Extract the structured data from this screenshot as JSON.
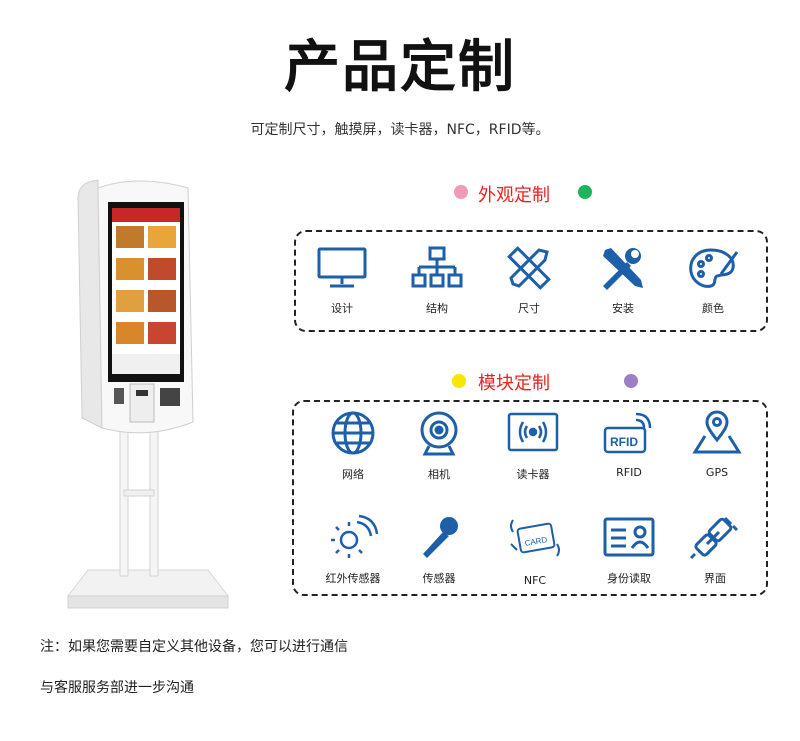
{
  "header": {
    "title": "产品定制",
    "subtitle": "可定制尺寸，触摸屏，读卡器，NFC，RFID等。"
  },
  "appearance": {
    "title": "外观定制",
    "dot_left_color": "#f09ab5",
    "dot_right_color": "#1fb35c",
    "items": [
      {
        "label": "设计",
        "icon": "monitor-icon"
      },
      {
        "label": "结构",
        "icon": "structure-icon"
      },
      {
        "label": "尺寸",
        "icon": "ruler-pencil-icon"
      },
      {
        "label": "安装",
        "icon": "tools-icon"
      },
      {
        "label": "颜色",
        "icon": "palette-icon"
      }
    ]
  },
  "modules": {
    "title": "模块定制",
    "dot_left_color": "#f7e600",
    "dot_right_color": "#9b80c8",
    "row1": [
      {
        "label": "网络",
        "icon": "globe-icon"
      },
      {
        "label": "相机",
        "icon": "camera-icon"
      },
      {
        "label": "读卡器",
        "icon": "card-reader-icon"
      },
      {
        "label": "RFID",
        "icon": "rfid-icon"
      },
      {
        "label": "GPS",
        "icon": "gps-icon"
      }
    ],
    "row2": [
      {
        "label": "红外传感器",
        "icon": "infrared-icon"
      },
      {
        "label": "传感器",
        "icon": "microphone-icon"
      },
      {
        "label": "NFC",
        "icon": "nfc-card-icon"
      },
      {
        "label": "身份读取",
        "icon": "id-card-icon"
      },
      {
        "label": "界面",
        "icon": "plug-icon"
      }
    ]
  },
  "icon_color": "#1d5fa8",
  "notes": {
    "line1": "注：如果您需要自定义其他设备，您可以进行通信",
    "line2": "与客服服务部进一步沟通"
  }
}
